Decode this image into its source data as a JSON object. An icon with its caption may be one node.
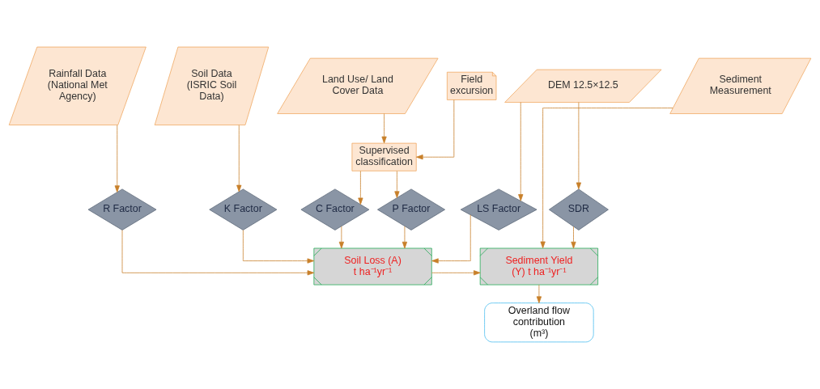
{
  "diagram": {
    "nodes": [
      {
        "text": [
          "Rainfall Data (National Met Agency)"
        ]
      },
      {
        "text": [
          "Soil Data",
          "(ISRIC Soil Data)"
        ]
      },
      {
        "text": [
          "Land Use/ Land Cover Data"
        ]
      },
      {
        "text": [
          "Field excursion"
        ]
      },
      {
        "text": [
          "DEM 12.5×12.5"
        ]
      },
      {
        "text": [
          "Sediment Measurement"
        ]
      },
      {
        "text": [
          "Supervised classification"
        ]
      },
      {
        "text": [
          "R Factor"
        ]
      },
      {
        "text": [
          "K Factor"
        ]
      },
      {
        "text": [
          "C Factor"
        ]
      },
      {
        "text": [
          "P Factor"
        ]
      },
      {
        "text": [
          "LS Factor"
        ]
      },
      {
        "text": [
          "SDR"
        ]
      },
      {
        "text": [
          "Soil Loss (A) t ha⁻¹yr⁻¹"
        ]
      },
      {
        "text": [
          "Sediment Yield (Y) t ha⁻¹yr⁻¹"
        ]
      },
      {
        "text": [
          "Overland flow contribution (m³)"
        ]
      }
    ],
    "edges": [
      {
        "from": 0,
        "to": 7,
        "arrow": "to"
      },
      {
        "from": 1,
        "to": 8,
        "arrow": "to"
      },
      {
        "from": 2,
        "to": 6,
        "arrow": "to"
      },
      {
        "from": 3,
        "to": 6,
        "arrow": "to"
      },
      {
        "from": 6,
        "to": 9,
        "arrow": "to"
      },
      {
        "from": 6,
        "to": 10,
        "arrow": "to"
      },
      {
        "from": 4,
        "to": 11,
        "arrow": "to"
      },
      {
        "from": 4,
        "to": 12,
        "arrow": "to"
      },
      {
        "from": 5,
        "to": 14,
        "arrow": "to"
      },
      {
        "from": 7,
        "to": 13,
        "arrow": "to"
      },
      {
        "from": 8,
        "to": 13,
        "arrow": "to"
      },
      {
        "from": 9,
        "to": 13,
        "arrow": "to"
      },
      {
        "from": 10,
        "to": 13,
        "arrow": "to"
      },
      {
        "from": 11,
        "to": 13,
        "arrow": "to"
      },
      {
        "from": 12,
        "to": 14,
        "arrow": "to"
      },
      {
        "from": 13,
        "to": 14,
        "arrow": "to"
      },
      {
        "from": 14,
        "to": 15,
        "arrow": "to"
      }
    ]
  }
}
